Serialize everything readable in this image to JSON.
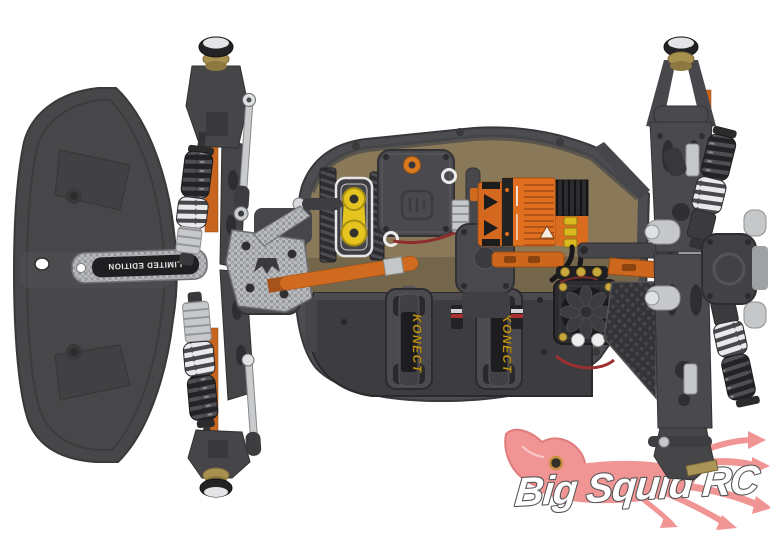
{
  "scene": {
    "type": "product-photo",
    "subject": "Top-down studio render of a 1/8-scale electric RC buggy chassis, front wing pointing left",
    "background": "#ffffff"
  },
  "markings": {
    "chassis_brace_plate": "LIMITED EDITION",
    "battery_strap_left": "KONECT",
    "battery_strap_right": "KONECT"
  },
  "watermark": {
    "text": "Big Squid RC",
    "squid_color": "#f19494",
    "text_fill": "#ffffff",
    "text_outline": "#555555"
  },
  "palette": {
    "plastic_dark": "#47474a",
    "plastic_mid": "#56565a",
    "chassis_floor_tan": "#8a7959",
    "anodized_orange": "#cd671d",
    "esc_orange": "#e06e1f",
    "servo_horn_yellow": "#e5c41f",
    "brass": "#a8904e",
    "silver": "#c6c8ca",
    "spring_white": "#e9e9eb",
    "wire_red": "#9c3030",
    "strap_text_yellow": "#d9a21c"
  }
}
